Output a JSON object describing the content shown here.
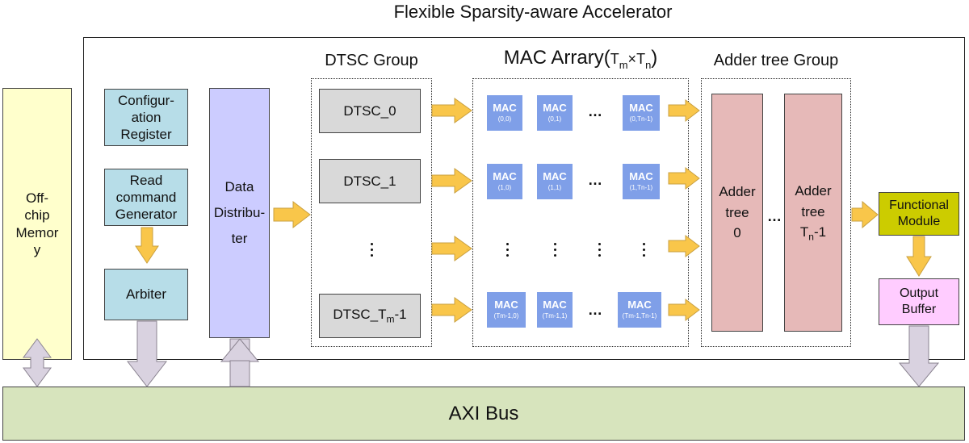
{
  "title": "Flexible Sparsity-aware Accelerator",
  "off_chip": {
    "lines": [
      "Off-",
      "chip",
      "Memor",
      "y"
    ]
  },
  "config_register": {
    "lines": [
      "Configur-",
      "ation",
      "Register"
    ]
  },
  "read_cmd": {
    "lines": [
      "Read",
      "command",
      "Generator"
    ]
  },
  "arbiter": {
    "label": "Arbiter"
  },
  "data_distributer": {
    "line1": "Data",
    "line2": "Distribu-",
    "line3": "ter"
  },
  "dtsc_group": {
    "title": "DTSC Group",
    "items": [
      {
        "main": "DTSC_0",
        "sub": "",
        "suffix": ""
      },
      {
        "main": "DTSC_1",
        "sub": "",
        "suffix": ""
      },
      {
        "main": "DTSC_T",
        "sub": "m",
        "suffix": "-1"
      }
    ]
  },
  "mac_array": {
    "title_main": "MAC Arrary(",
    "title_t1": "T",
    "title_s1": "m",
    "title_x": "×",
    "title_t2": "T",
    "title_s2": "n",
    "title_end": ")",
    "cell_label": "MAC",
    "rows": [
      [
        "(0,0)",
        "(0,1)",
        "(0,Tn-1)"
      ],
      [
        "(1,0)",
        "(1,1)",
        "(1,Tn-1)"
      ],
      [
        "(Tm-1,0)",
        "(Tm-1,1)",
        "(Tm-1,Tn-1)"
      ]
    ],
    "ellipsis": "…"
  },
  "adder_group": {
    "title": "Adder tree Group",
    "tree0": {
      "l1": "Adder",
      "l2": "tree",
      "l3": "0"
    },
    "treeN": {
      "l1": "Adder",
      "l2": "tree",
      "l3_t": "T",
      "l3_sub": "n",
      "l3_end": "-1"
    },
    "ellipsis": "…"
  },
  "functional_module": {
    "lines": [
      "Functional",
      "Module"
    ]
  },
  "output_buffer": {
    "lines": [
      "Output",
      "Buffer"
    ]
  },
  "axi_bus": {
    "label": "AXI Bus"
  },
  "colors": {
    "off_chip": "#ffffcc",
    "control": "#b7dde8",
    "distributer": "#ccccff",
    "dtsc": "#d9d9d9",
    "mac": "#7f9fe8",
    "adder": "#e6b9b8",
    "functional": "#cccc00",
    "output": "#ffccff",
    "axi": "#d7e4bd",
    "arrow_yellow": "#f9c64a",
    "arrow_gray": "#d9d2e0"
  }
}
